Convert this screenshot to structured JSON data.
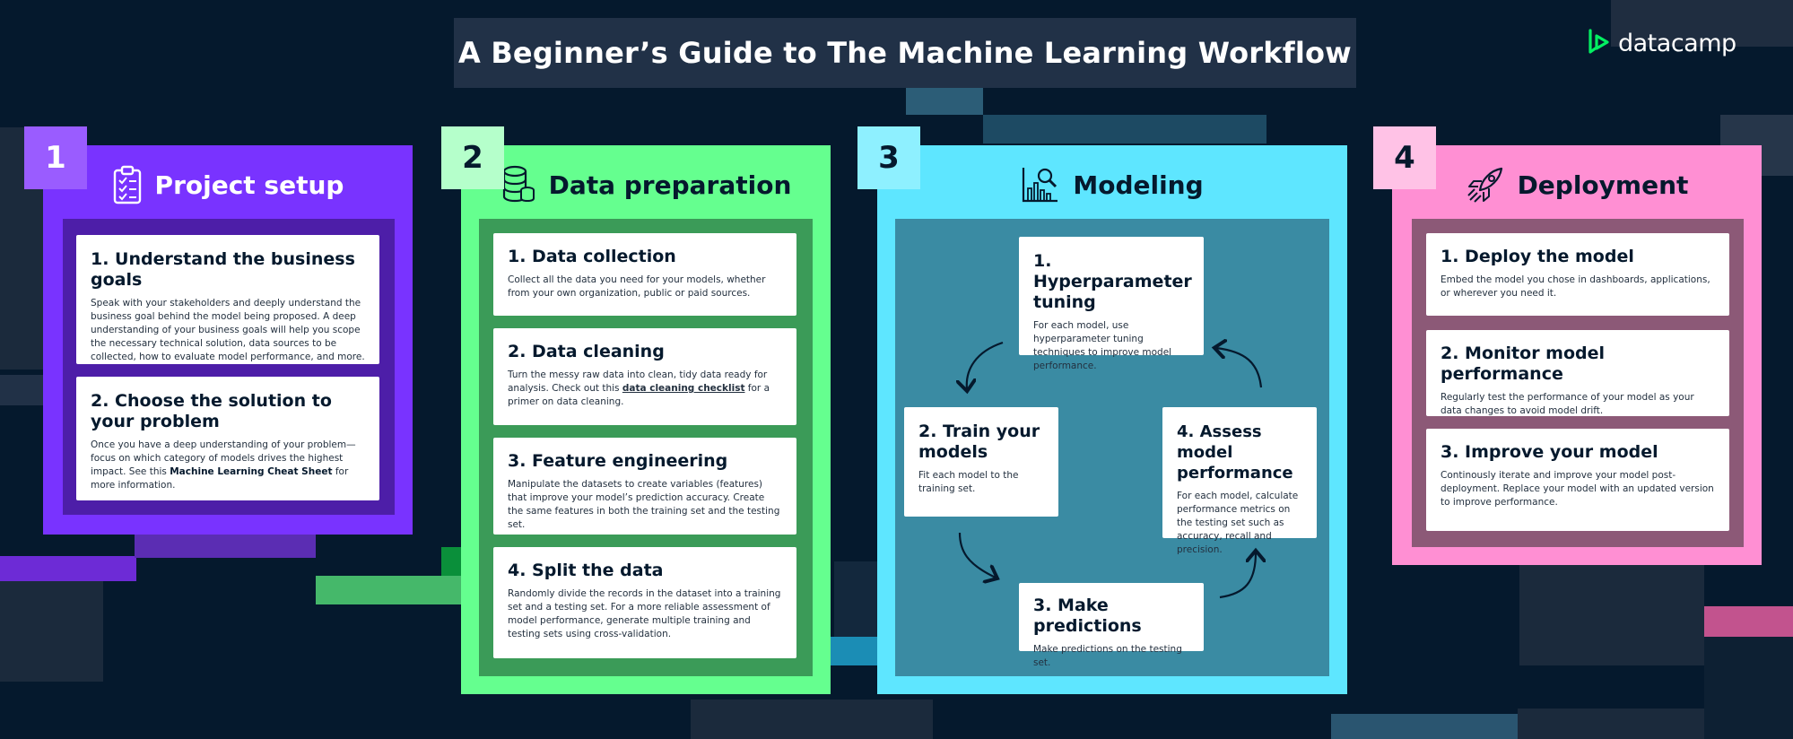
{
  "header": {
    "title": "A Beginner’s Guide to The Machine Learning Workflow",
    "logo_text": "datacamp"
  },
  "colors": {
    "background": "#05192d",
    "project_setup": "#7933ff",
    "data_preparation": "#65ff8f",
    "modeling": "#5ee6ff",
    "deployment": "#ff8fd3",
    "brand_green": "#03ef62"
  },
  "panels": [
    {
      "number": "1",
      "title": "Project setup",
      "icon": "clipboard-checklist-icon",
      "cards": [
        {
          "title": "1. Understand the business goals",
          "body": "Speak with your stakeholders and deeply understand the business goal behind the model being proposed. A deep understanding of your business goals will help you scope the necessary technical solution, data sources to be collected, how to evaluate model performance, and more."
        },
        {
          "title": "2. Choose the solution to your problem",
          "body_before": "Once you have a deep understanding of your problem—focus on which category of models drives the highest impact. See this ",
          "body_link": "Machine Learning Cheat Sheet",
          "body_after": " for more information."
        }
      ]
    },
    {
      "number": "2",
      "title": "Data preparation",
      "icon": "database-icon",
      "cards": [
        {
          "title": "1. Data collection",
          "body": "Collect all the data you need for your models, whether from your own organization, public or paid sources."
        },
        {
          "title": "2. Data cleaning",
          "body_before": "Turn the messy raw data into clean, tidy data ready for analysis. Check out this ",
          "body_link": "data cleaning checklist",
          "body_after": " for a primer on data cleaning."
        },
        {
          "title": "3. Feature engineering",
          "body": "Manipulate the datasets to create variables (features) that improve your model’s prediction accuracy. Create the same features in both the training set and the testing set."
        },
        {
          "title": "4. Split the data",
          "body": "Randomly divide the records in the dataset into a training set and a testing set. For a more reliable assessment of model performance, generate multiple training and testing sets using cross-validation."
        }
      ]
    },
    {
      "number": "3",
      "title": "Modeling",
      "icon": "chart-magnifier-icon",
      "cards": [
        {
          "title": "1. Hyperparameter tuning",
          "body": "For each model, use hyperparameter tuning techniques to improve model performance."
        },
        {
          "title": "2. Train your models",
          "body": "Fit each model to the training set."
        },
        {
          "title": "3. Make predictions",
          "body": "Make predictions on the testing set."
        },
        {
          "title": "4. Assess model performance",
          "body": "For each model, calculate performance metrics on the testing set such as accuracy, recall and precision."
        }
      ]
    },
    {
      "number": "4",
      "title": "Deployment",
      "icon": "rocket-icon",
      "cards": [
        {
          "title": "1. Deploy the model",
          "body": "Embed the model you chose in dashboards, applications, or wherever you need it."
        },
        {
          "title": "2. Monitor model performance",
          "body": "Regularly test the performance of your model as your data changes to avoid model drift."
        },
        {
          "title": "3. Improve your model",
          "body": "Continously iterate and improve your model post-deployment. Replace your model with an updated version to improve performance."
        }
      ]
    }
  ]
}
